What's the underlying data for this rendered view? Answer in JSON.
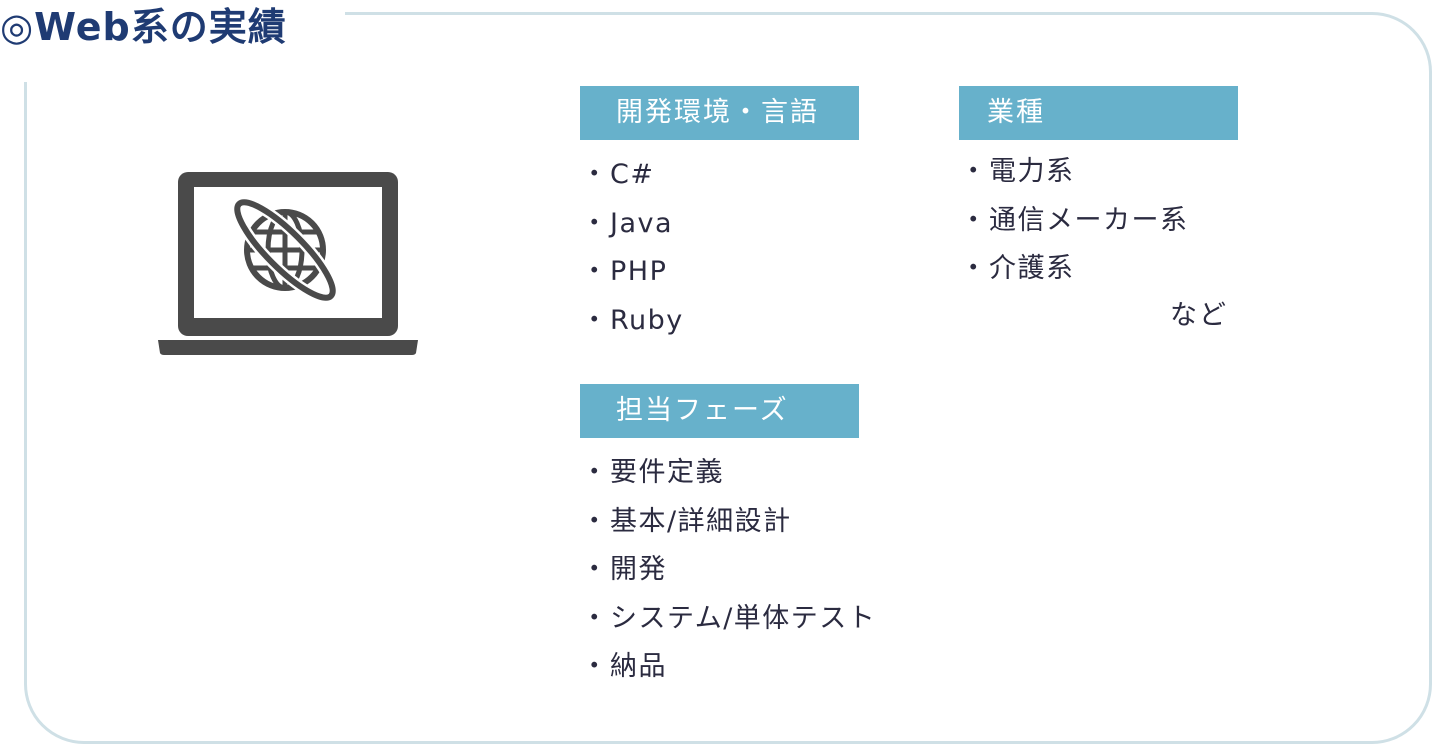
{
  "heading": "◎Web系の実績",
  "icons": {
    "illustration": "laptop-globe-icon"
  },
  "colors": {
    "heading": "#1f3b73",
    "header_bg": "#67b1cb",
    "frame": "#cfe0e6",
    "icon": "#4a4a4a"
  },
  "sections": {
    "languages": {
      "header": "開発環境・言語",
      "items": [
        "C#",
        "Java",
        "PHP",
        "Ruby"
      ]
    },
    "industries": {
      "header": "業種",
      "items": [
        "電力系",
        "通信メーカー系",
        "介護系"
      ],
      "suffix": "など"
    },
    "phases": {
      "header": "担当フェーズ",
      "items": [
        "要件定義",
        "基本/詳細設計",
        "開発",
        "システム/単体テスト",
        "納品"
      ]
    }
  },
  "bullet": "・"
}
